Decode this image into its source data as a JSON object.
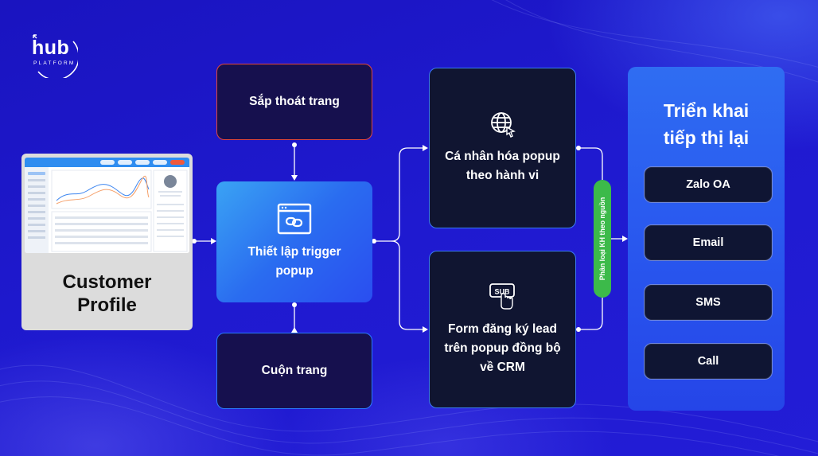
{
  "logo": {
    "text": "hub",
    "sub": "PLATFORM"
  },
  "customer_profile": {
    "title_line1": "Customer",
    "title_line2": "Profile"
  },
  "nodes": {
    "exit_page": "Sắp thoát trang",
    "scroll_page": "Cuộn trang",
    "trigger": "Thiết lập trigger popup",
    "personalize": "Cá nhân hóa popup theo hành vi",
    "lead_form": "Form đăng ký lead trên popup đồng bộ về CRM",
    "classify": "Phân loại KH theo nguồn"
  },
  "deploy": {
    "title_line1": "Triển khai",
    "title_line2": "tiếp thị lại",
    "channels": [
      "Zalo OA",
      "Email",
      "SMS",
      "Call"
    ]
  },
  "icons": {
    "trigger": "browser-link-icon",
    "personalize": "globe-cursor-icon",
    "lead_form": "subscribe-click-icon"
  },
  "colors": {
    "background": "#1d18c9",
    "exit_border": "#e2473d",
    "node_border": "#3b7bf0",
    "classify_pill": "#3cba4a"
  }
}
